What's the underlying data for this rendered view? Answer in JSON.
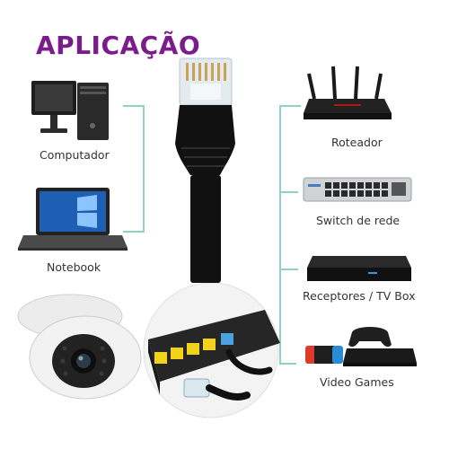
{
  "title": "APLICAÇÃO",
  "left_devices": [
    {
      "label": "Computador",
      "icon": "desktop-computer-icon"
    },
    {
      "label": "Notebook",
      "icon": "laptop-icon"
    }
  ],
  "right_devices": [
    {
      "label": "Roteador",
      "icon": "router-icon"
    },
    {
      "label": "Switch de rede",
      "icon": "network-switch-icon"
    },
    {
      "label": "Receptores / TV Box",
      "icon": "tv-box-icon"
    },
    {
      "label": "Video Games",
      "icon": "game-console-icon"
    }
  ],
  "colors": {
    "title": "#7b1c8c",
    "connector_line": "#8fd0c8",
    "cable": "#111111",
    "port_yellow": "#f2d21a",
    "port_blue": "#4aa3e0"
  }
}
